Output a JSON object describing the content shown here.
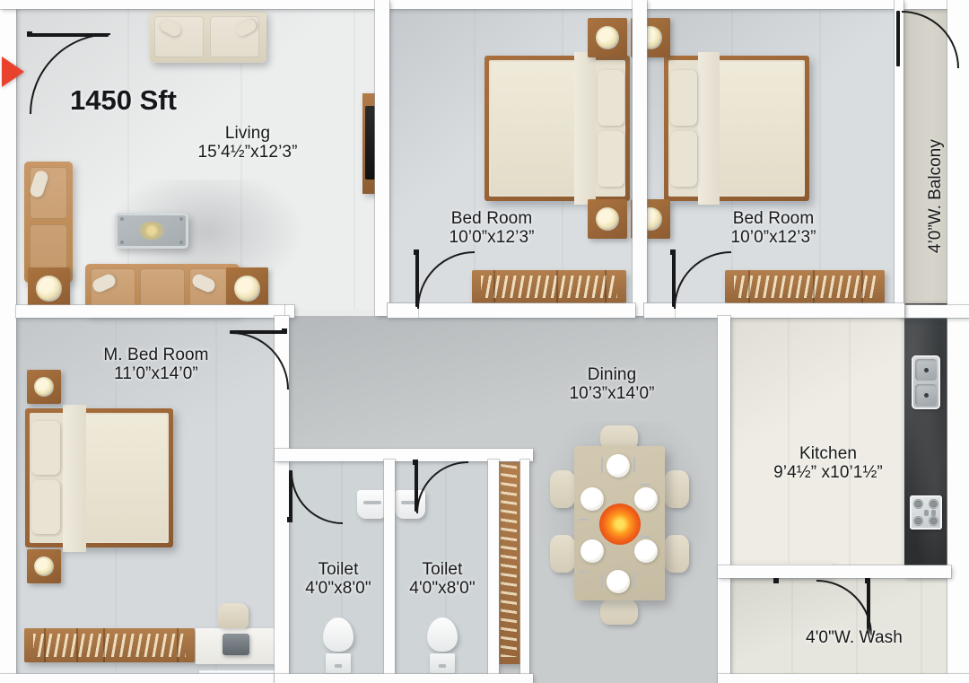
{
  "plan": {
    "area_badge": "1450 Sft",
    "entry_marker": "entry-arrow"
  },
  "rooms": [
    {
      "key": "living",
      "name": "Living",
      "dim": "15’4½”x12’3”"
    },
    {
      "key": "bed1",
      "name": "Bed Room",
      "dim": "10’0”x12’3”"
    },
    {
      "key": "bed2",
      "name": "Bed Room",
      "dim": "10’0”x12’3”"
    },
    {
      "key": "mbed",
      "name": "M. Bed Room",
      "dim": "11’0”x14’0”"
    },
    {
      "key": "dining",
      "name": "Dining",
      "dim": "10’3”x14’0”"
    },
    {
      "key": "kitchen",
      "name": "Kitchen",
      "dim": "9’4½” x10’1½”"
    },
    {
      "key": "toilet1",
      "name": "Toilet",
      "dim": "4'0\"x8'0\""
    },
    {
      "key": "toilet2",
      "name": "Toilet",
      "dim": "4'0\"x8'0\""
    }
  ],
  "annotations": {
    "balcony": "4’0”W. Balcony",
    "wash": "4'0\"W. Wash"
  },
  "colors": {
    "entry_arrow": "#e8412c",
    "wall": "#fdfdfd",
    "corridor_floor": "#c9cccd",
    "wood": "#a5713f",
    "sofa_tan": "#c09160",
    "sofa_cream": "#e0d9c7",
    "granite": "#333638",
    "text": "#18191a"
  }
}
